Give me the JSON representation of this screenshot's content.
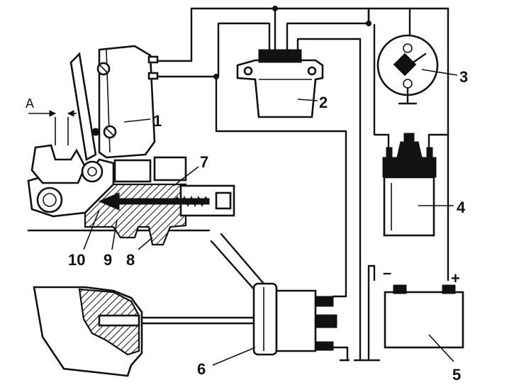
{
  "labels": {
    "dim_a": "A",
    "c1": "1",
    "c2": "2",
    "c3": "3",
    "c4": "4",
    "c5": "5",
    "c6": "6",
    "c7": "7",
    "c8": "8",
    "c9": "9",
    "c10": "10",
    "minus": "–",
    "plus": "+"
  }
}
